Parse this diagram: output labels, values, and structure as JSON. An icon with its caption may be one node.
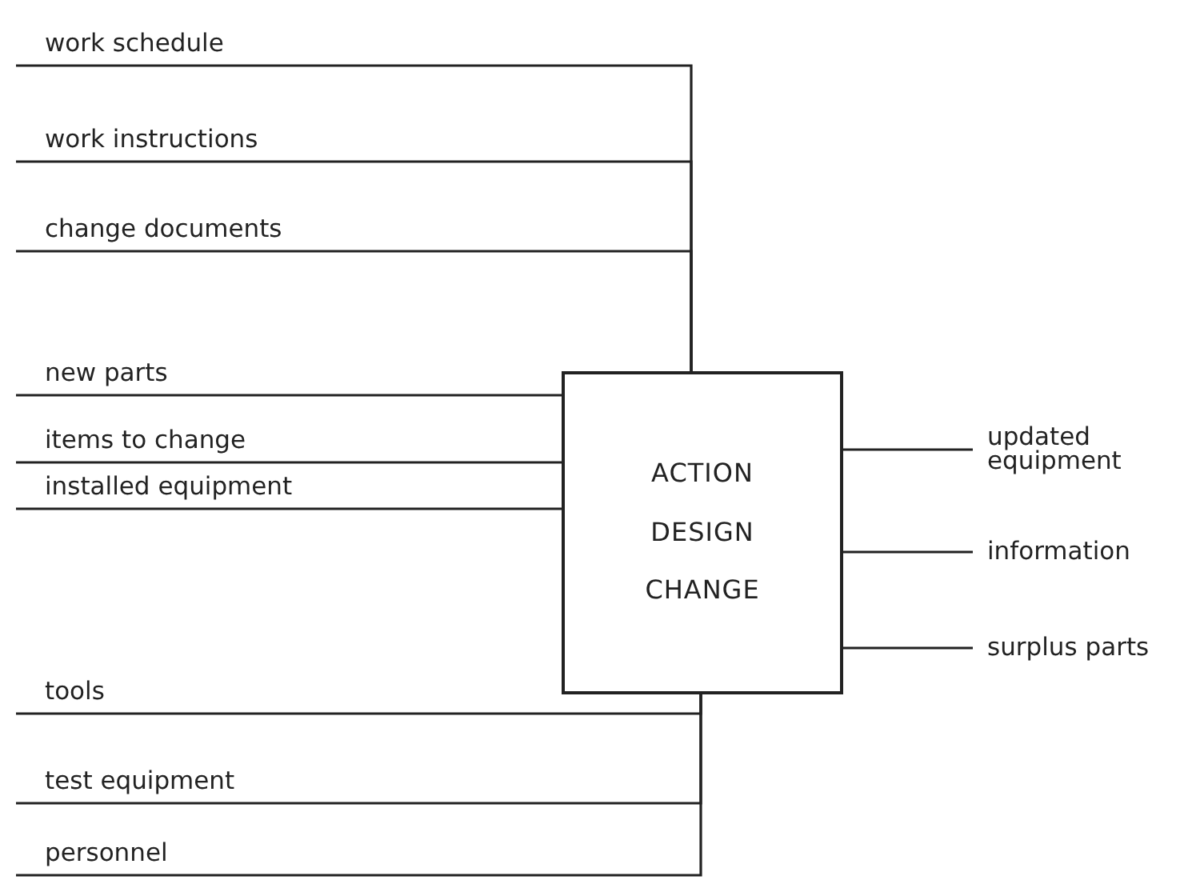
{
  "diagram": {
    "nodes": [
      {
        "text": [
          "ACTION DESIGN CHANGE"
        ]
      },
      {
        "text": [
          "work schedule"
        ]
      },
      {
        "text": [
          "work instructions"
        ]
      },
      {
        "text": [
          "change documents"
        ]
      },
      {
        "text": [
          "new parts"
        ]
      },
      {
        "text": [
          "items to change"
        ]
      },
      {
        "text": [
          "installed equipment"
        ]
      },
      {
        "text": [
          "tools"
        ]
      },
      {
        "text": [
          "test equipment"
        ]
      },
      {
        "text": [
          "personnel"
        ]
      },
      {
        "text": [
          "updated equipment"
        ]
      },
      {
        "text": [
          "information"
        ]
      },
      {
        "text": [
          "surplus parts"
        ]
      }
    ],
    "edges": [
      {
        "from": 1,
        "to": 0,
        "arrow": "none"
      },
      {
        "from": 2,
        "to": 0,
        "arrow": "none"
      },
      {
        "from": 3,
        "to": 0,
        "arrow": "none"
      },
      {
        "from": 4,
        "to": 0,
        "arrow": "none"
      },
      {
        "from": 5,
        "to": 0,
        "arrow": "none"
      },
      {
        "from": 6,
        "to": 0,
        "arrow": "none"
      },
      {
        "from": 7,
        "to": 0,
        "arrow": "none"
      },
      {
        "from": 8,
        "to": 0,
        "arrow": "none"
      },
      {
        "from": 9,
        "to": 0,
        "arrow": "none"
      },
      {
        "from": 0,
        "to": 10,
        "arrow": "none"
      },
      {
        "from": 0,
        "to": 11,
        "arrow": "none"
      },
      {
        "from": 0,
        "to": 12,
        "arrow": "none"
      }
    ]
  }
}
